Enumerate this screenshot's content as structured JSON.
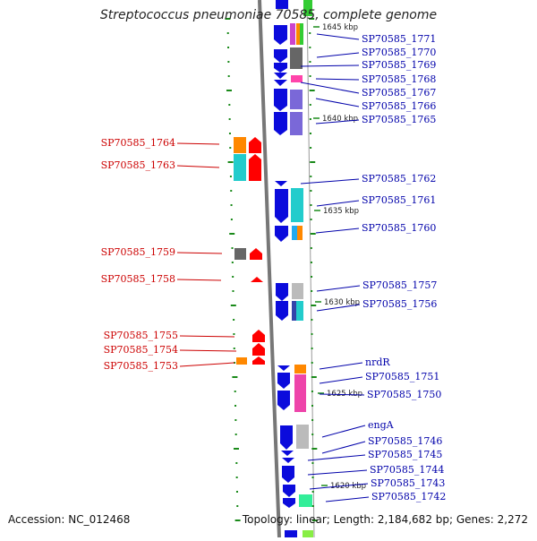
{
  "title": "Streptococcus pneumoniae 70585, complete genome",
  "footer": {
    "accession": "Accession: NC_012468",
    "summary": "Topology: linear; Length: 2,184,682 bp; Genes: 2,272"
  },
  "colors": {
    "forward_arrow": "#0b0bdc",
    "reverse_arrow": "#ff0000",
    "right_label": "#0000aa",
    "left_label": "#cc0000",
    "backbone": "#888888",
    "tick": "#1a8a1a"
  },
  "scale_labels": [
    "1645 kbp",
    "1640 kbp",
    "1635 kbp",
    "1630 kbp",
    "1625 kbp",
    "1620 kbp"
  ],
  "right_genes": [
    "SP70585_1771",
    "SP70585_1770",
    "SP70585_1769",
    "SP70585_1768",
    "SP70585_1767",
    "SP70585_1766",
    "SP70585_1765",
    "SP70585_1762",
    "SP70585_1761",
    "SP70585_1760",
    "SP70585_1757",
    "SP70585_1756",
    "nrdR",
    "SP70585_1751",
    "SP70585_1750",
    "engA",
    "SP70585_1746",
    "SP70585_1745",
    "SP70585_1744",
    "SP70585_1743",
    "SP70585_1742"
  ],
  "left_genes": [
    "SP70585_1764",
    "SP70585_1763",
    "SP70585_1759",
    "SP70585_1758",
    "SP70585_1755",
    "SP70585_1754",
    "SP70585_1753"
  ]
}
